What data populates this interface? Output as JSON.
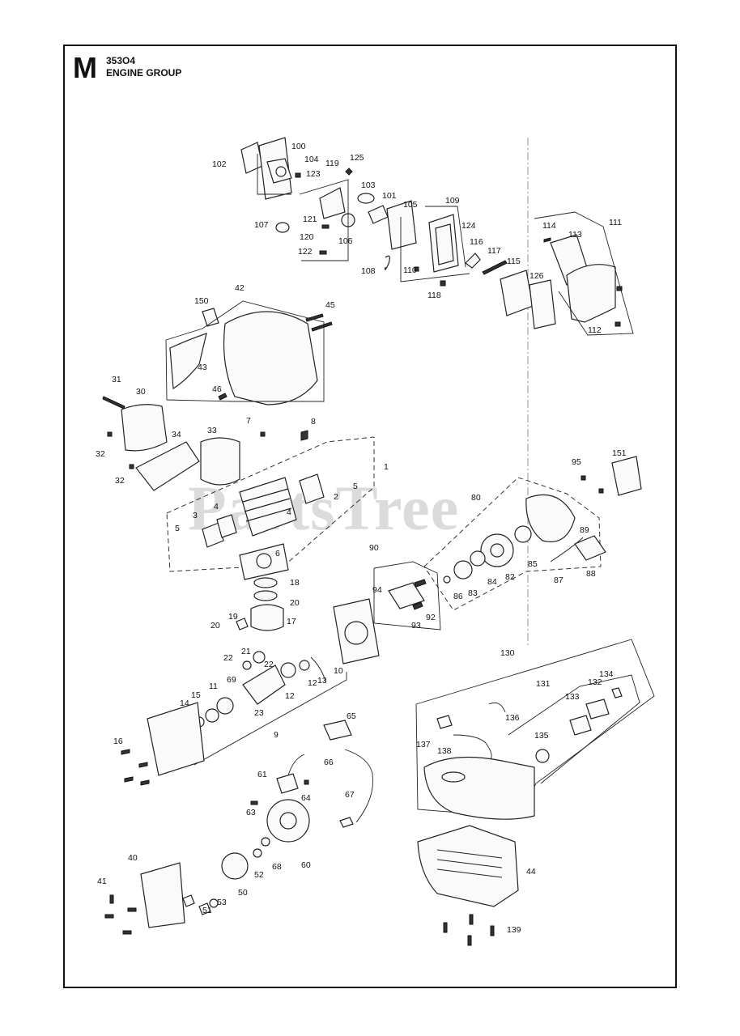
{
  "header": {
    "section_letter": "M",
    "model": "353O4",
    "title": "ENGINE GROUP"
  },
  "watermark": "PartsTree",
  "part_labels": [
    "102",
    "100",
    "104",
    "125",
    "119",
    "123",
    "103",
    "101",
    "105",
    "109",
    "107",
    "121",
    "120",
    "106",
    "124",
    "116",
    "114",
    "113",
    "111",
    "122",
    "110",
    "117",
    "115",
    "126",
    "108",
    "118",
    "112",
    "150",
    "42",
    "45",
    "43",
    "31",
    "30",
    "46",
    "7",
    "8",
    "33",
    "34",
    "32",
    "32",
    "1",
    "2",
    "5",
    "3",
    "4",
    "4",
    "5",
    "6",
    "95",
    "151",
    "80",
    "90",
    "89",
    "85",
    "88",
    "87",
    "82",
    "84",
    "83",
    "86",
    "94",
    "93",
    "92",
    "18",
    "20",
    "19",
    "20",
    "17",
    "21",
    "22",
    "22",
    "69",
    "12",
    "11",
    "13",
    "12",
    "10",
    "15",
    "14",
    "23",
    "9",
    "130",
    "134",
    "131",
    "133",
    "132",
    "136",
    "137",
    "138",
    "135",
    "65",
    "66",
    "16",
    "61",
    "63",
    "64",
    "67",
    "40",
    "41",
    "50",
    "53",
    "51",
    "52",
    "68",
    "60",
    "44",
    "139"
  ]
}
